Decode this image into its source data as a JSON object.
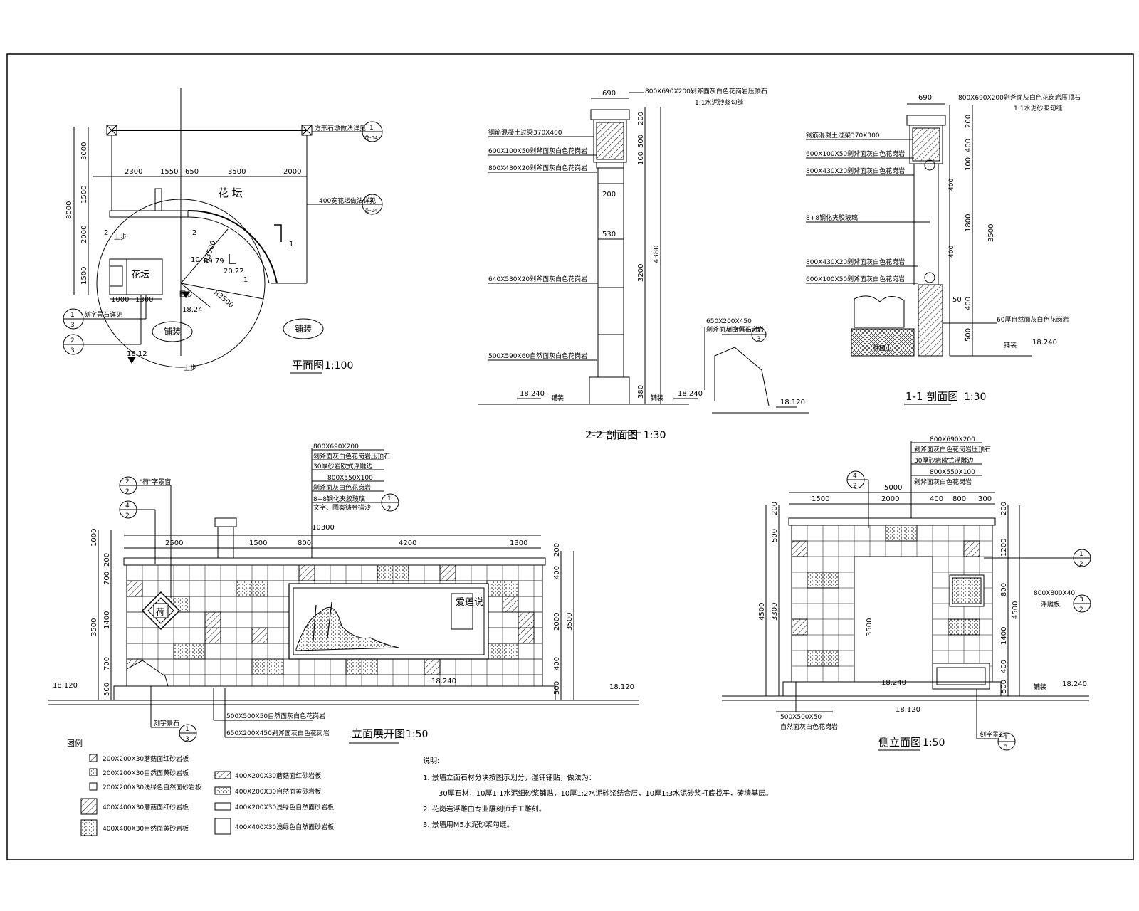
{
  "plan": {
    "title": "平面图",
    "scale": "1:100",
    "dims_top": [
      "2300",
      "1550",
      "650",
      "3500",
      "2000"
    ],
    "dims_left": [
      "3000",
      "1500",
      "2000",
      "1500"
    ],
    "dim_total": "8000",
    "dims_bottom": [
      "1000",
      "1300"
    ],
    "flowerbed_1": "花 坛",
    "flowerbed_2": "花坛",
    "paving_1": "铺装",
    "paving_2": "铺装",
    "radius_1": "R3500",
    "radius_2": "R3500",
    "angle_1": "10",
    "angle_2": "69.79",
    "angle_3": "20.22",
    "step_up_1": "上步",
    "step_up_2": "上步",
    "center_mark": "圆心",
    "level_1": "18.24",
    "level_2": "18.12",
    "sec_1": "1",
    "sec_2": "2",
    "note_detail": "方形石墩做法详见",
    "note_wall": "400宽花坛做法详见",
    "note_stone": "刻字景石详见",
    "callout_1_top": "1",
    "callout_1_bottom": "花-04",
    "callout_2_top": "2",
    "callout_2_bottom": "花-04",
    "callout_3_top": "1",
    "callout_3_bottom": "3",
    "callout_4_top": "2",
    "callout_4_bottom": "3"
  },
  "section22": {
    "title": "2-2 剖面图",
    "scale": "1:30",
    "top_dim": "690",
    "labels": [
      "800X690X200剁斧面灰白色花岗岩压顶石",
      "1:1水泥砂浆勾缝",
      "钢筋混凝土过梁370X400",
      "600X100X50剁斧面灰白色花岗岩",
      "800X430X20剁斧面灰白色花岗岩",
      "640X530X20剁斧面灰白色花岗岩",
      "500X590X60自然面灰白色花岗岩",
      "650X200X450",
      "剁斧面灰白色花岗岩",
      "刻字景石"
    ],
    "dims_right": [
      "200",
      "500",
      "100",
      "3200",
      "4380",
      "380"
    ],
    "dim_200": "200",
    "dim_530": "530",
    "level_1": "18.240",
    "level_2": "18.240",
    "level_3": "18.120",
    "paving": "铺装",
    "callout_top": "1",
    "callout_bottom": "3"
  },
  "section11": {
    "title": "1-1 剖面图",
    "scale": "1:30",
    "top_dim": "690",
    "labels": [
      "800X690X200剁斧面灰白色花岗岩压顶石",
      "1:1水泥砂浆勾缝",
      "钢筋混凝土过梁370X300",
      "600X100X50剁斧面灰白色花岗岩",
      "800X430X20剁斧面灰白色花岗岩",
      "8+8钢化夹胶玻璃",
      "800X430X20剁斧面灰白色花岗岩",
      "600X100X50剁斧面灰白色花岗岩",
      "60厚自然面灰白色花岗岩",
      "种植土"
    ],
    "dims_right": [
      "200",
      "400",
      "100",
      "1800",
      "3500",
      "50",
      "400",
      "500"
    ],
    "circle_1": "400",
    "circle_2": "400",
    "level": "18.240",
    "paving": "铺装"
  },
  "elevation": {
    "title": "立面展开图",
    "scale": "1:50",
    "dim_total": "10300",
    "dims_top": [
      "2500",
      "1500",
      "800",
      "4200",
      "1300"
    ],
    "dims_left": [
      "1000",
      "200",
      "700",
      "1400",
      "3500",
      "700",
      "500"
    ],
    "dims_right": [
      "200",
      "400",
      "2000",
      "3500",
      "400",
      "500"
    ],
    "labels": [
      "800X690X200",
      "剁斧面灰白色花岗岩压顶石",
      "30厚砂岩欧式浮雕边",
      "800X550X100",
      "剁斧面灰白色花岗岩",
      "8+8钢化夹胶玻璃",
      "文字、图案铸金描沙"
    ],
    "char_label": "\"荷\"字景窗",
    "bottom_labels": [
      "刻字景石",
      "500X500X50自然面灰白色花岗岩",
      "650X200X450剁斧面灰白色花岗岩"
    ],
    "level_1": "18.120",
    "level_2": "18.240",
    "level_3": "18.120",
    "callout_a_top": "2",
    "callout_a_bottom": "2",
    "callout_b_top": "4",
    "callout_b_bottom": "2",
    "callout_c_top": "1",
    "callout_c_bottom": "2",
    "callout_d_top": "1",
    "callout_d_bottom": "3",
    "relief_title": "爱莲说",
    "window_char": "荷"
  },
  "side": {
    "title": "侧立面图",
    "scale": "1:50",
    "dim_total": "5000",
    "dims_top": [
      "1500",
      "2000",
      "400",
      "800",
      "300"
    ],
    "dims_left": [
      "200",
      "500",
      "3300",
      "4500",
      "3500"
    ],
    "dims_right": [
      "200",
      "1200",
      "800",
      "4500",
      "1400",
      "400",
      "500"
    ],
    "labels": [
      "800X690X200",
      "剁斧面灰白色花岗岩压顶石",
      "30厚砂岩欧式浮雕边",
      "800X550X100",
      "剁斧面灰白色花岗岩"
    ],
    "panel_label": "800X800X40",
    "panel_sub": "浮雕板",
    "bottom_labels": [
      "500X500X50",
      "自然面灰白色花岗岩",
      "刻字景石"
    ],
    "level_1": "18.240",
    "level_2": "18.120",
    "level_3": "18.240",
    "paving": "铺装",
    "callout_a_top": "4",
    "callout_a_bottom": "2",
    "callout_b_top": "1",
    "callout_b_bottom": "2",
    "callout_c_top": "3",
    "callout_c_bottom": "2",
    "callout_d_top": "1",
    "callout_d_bottom": "3"
  },
  "legend": {
    "title": "图例",
    "items": [
      "200X200X30蘑菇面红砂岩板",
      "200X200X30自然面黄砂岩板",
      "200X200X30浅绿色自然面砂岩板",
      "400X400X30蘑菇面红砂岩板",
      "400X400X30自然面黄砂岩板",
      "400X200X30蘑菇面红砂岩板",
      "400X200X30自然面黄砂岩板",
      "400X200X30浅绿色自然面砂岩板",
      "400X400X30浅绿色自然面砂岩板"
    ]
  },
  "notes": {
    "title": "说明:",
    "lines": [
      "1.  景墙立面石材分块按图示划分，湿铺铺贴，做法为：",
      "30厚石材，10厚1:1水泥细砂浆铺贴，10厚1:2水泥砂浆结合层，10厚1:3水泥砂浆打底找平，砖墙基层。",
      "2.  花岗岩浮雕由专业雕刻师手工雕刻。",
      "3.  景墙用M5水泥砂浆勾缝。"
    ]
  }
}
